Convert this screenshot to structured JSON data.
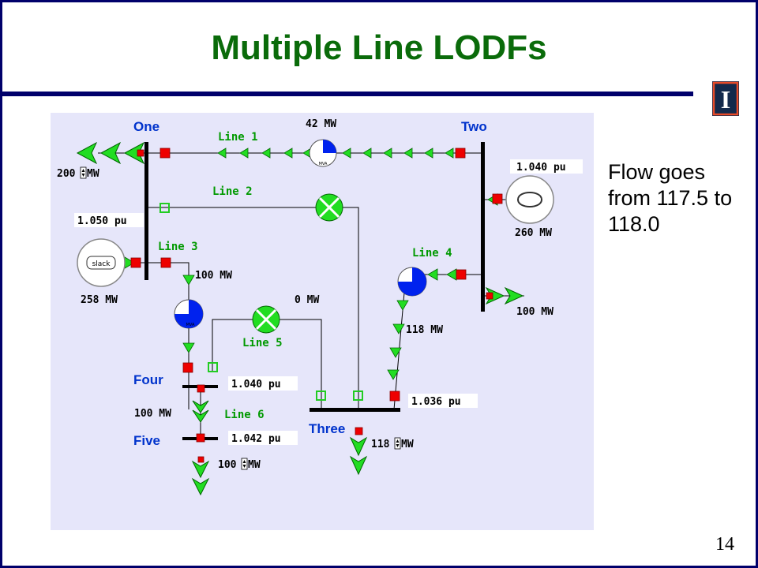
{
  "slide": {
    "title": "Multiple Line LODFs",
    "note": "Flow goes from 117.5 to 118.0",
    "page_number": "14",
    "logo_letter": "I"
  },
  "colors": {
    "title": "#0a6b0a",
    "rule": "#00006b",
    "diagram_bg": "#e6e6fa",
    "bus_label": "#0033cc",
    "line_label": "#009900",
    "arrow_fill": "#22dd22",
    "breaker_closed": "#ee0000",
    "breaker_open": "#22cc22",
    "pie_fill": "#0022ee"
  },
  "diagram": {
    "buses": {
      "one": "One",
      "two": "Two",
      "three": "Three",
      "four": "Four",
      "five": "Five"
    },
    "lines": {
      "line1": "Line 1",
      "line2": "Line 2",
      "line3": "Line 3",
      "line4": "Line 4",
      "line5": "Line 5",
      "line6": "Line 6"
    },
    "flows": {
      "line1": "42 MW",
      "line3": "100 MW",
      "line4": "118 MW",
      "line5": "0 MW",
      "load_four": "100 MW"
    },
    "loads": {
      "one_value": "200",
      "one_unit": "MW",
      "two": "100 MW",
      "three_value": "118",
      "three_unit": "MW",
      "five_value": "100",
      "five_unit": "MW"
    },
    "generators": {
      "slack_label": "slack",
      "slack_mw": "258 MW",
      "two_mw": "260 MW"
    },
    "voltages": {
      "one": "1.050 pu",
      "two": "1.040 pu",
      "three": "1.036 pu",
      "four": "1.040 pu",
      "five": "1.042 pu"
    },
    "pie_loading_percent": {
      "line1": 25,
      "line3": 75,
      "line4": 75
    },
    "pie_unit": "MVA"
  }
}
